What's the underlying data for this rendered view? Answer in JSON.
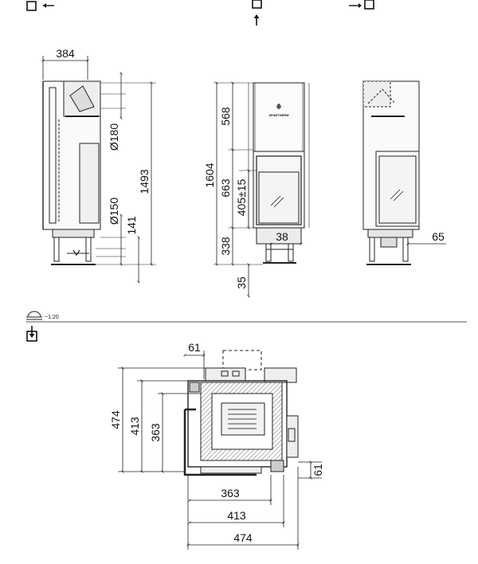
{
  "views": {
    "side_left": {
      "view_icon": "view-from-left-icon",
      "dims": {
        "depth": "384",
        "flue": "Ø180",
        "air": "Ø150",
        "air_height": "141",
        "flue_height": "1493"
      }
    },
    "front": {
      "view_icon": "view-from-front-icon",
      "logo": "SPARTHERM",
      "dims": {
        "hood": "568",
        "total": "1604",
        "door": "663",
        "glass": "405±15",
        "base": "338",
        "offset": "38",
        "foot": "35"
      }
    },
    "side_right": {
      "view_icon": "view-from-right-icon",
      "dims": {
        "offset": "65"
      }
    }
  },
  "scale": {
    "icon": "scale-icon",
    "label": "~1:20"
  },
  "plan": {
    "view_icon": "top-view-icon",
    "dims": {
      "top_offset": "61",
      "right_offset": "61",
      "h_inner": "363",
      "h_mid": "413",
      "h_outer": "474",
      "v_outer": "474",
      "v_mid": "413",
      "v_inner": "363"
    }
  },
  "colors": {
    "line": "#222222",
    "grey_fill": "#e6e6e6",
    "glass_fill": "#f4f4f4",
    "divider": "#555555"
  }
}
